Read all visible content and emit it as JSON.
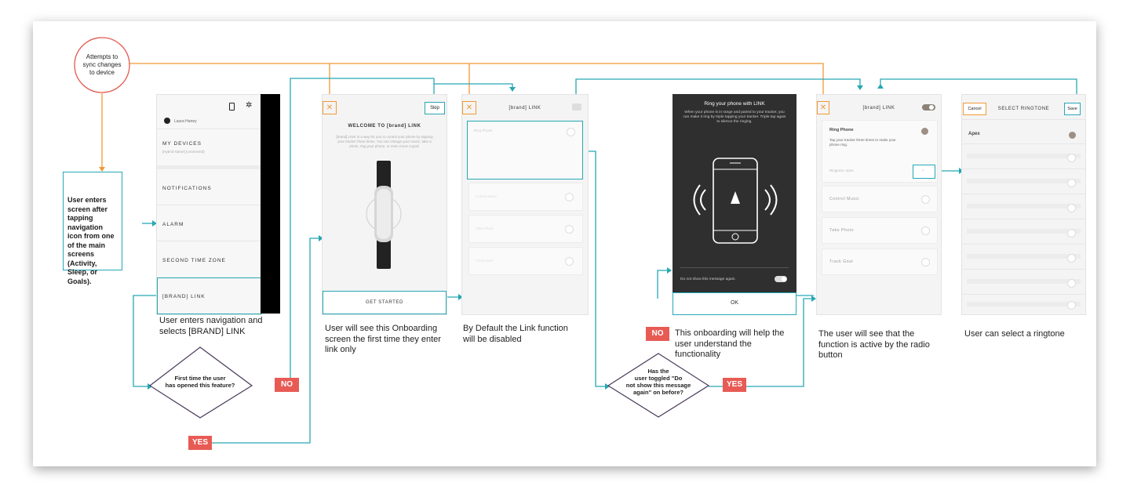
{
  "start_node": "Attempts to sync changes to device",
  "start_node_lines": [
    "Attempts to",
    "sync changes",
    "to device"
  ],
  "entry_note": "User enters screen after tapping navigation icon from one of the main screens (Activity, Sleep, or Goals).",
  "decision1_lines": [
    "First time the user",
    "has opened this feature?"
  ],
  "decision2_lines": [
    "Has the",
    "user toggled \"Do",
    "not show this message",
    "again\" on before?"
  ],
  "badges": {
    "no1": "NO",
    "yes1": "YES",
    "no2": "NO",
    "yes2": "YES"
  },
  "nav_screen": {
    "user_name": "Laura Haney",
    "my_devices": "MY DEVICES",
    "device_sub": "[Hybrid Name] (connected)",
    "notifications": "NOTIFICATIONS",
    "alarm": "ALARM",
    "second_time_zone": "SECOND TIME ZONE",
    "brand_link": "[BRAND] LINK",
    "caption": "User enters navigation and selects [BRAND] LINK"
  },
  "onboarding": {
    "close": "✕",
    "skip": "Skip",
    "title": "WELCOME TO [brand] LINK",
    "body": "[brand] LINK is a way for you to control your phone by tapping your tracker three times. You can change your music, take a photo, ring your phone, or even move a goal.",
    "cta": "GET STARTED",
    "caption": "User will see this Onboarding screen the first time they enter link only"
  },
  "link_disabled": {
    "close": "✕",
    "title": "[brand] LINK",
    "card1_title": "Ring Phone",
    "card2_title": "Control Music",
    "card3_title": "Take Photo",
    "card4_title": "Track Goal",
    "caption": "By Default the Link function will be disabled"
  },
  "ring_modal": {
    "title": "Ring your phone with LINK",
    "body": "When your phone is in range and paired to your tracker, you can make it ring by triple tapping your tracker. Triple tap again to silence the ringing.",
    "toggle_label": "Do not show this message again.",
    "ok": "OK",
    "caption": "This onboarding will help the user understand the functionality"
  },
  "link_active": {
    "close": "✕",
    "title": "[brand] LINK",
    "ring_phone": "Ring Phone",
    "ring_desc": "Tap your tracker three times to make your phone ring.",
    "ringtone_row": "Ringtone: Apex",
    "control_music": "Control Music",
    "take_photo": "Take Photo",
    "track_goal": "Track Goal",
    "caption": "The user will see that the function is active by the radio button"
  },
  "ringtone": {
    "cancel": "Cancel",
    "title": "SELECT RINGTONE",
    "save": "Save",
    "selected": "Apex",
    "caption": "User can select a ringtone"
  },
  "colors": {
    "teal": "#26a7b4",
    "orange": "#f19934",
    "red": "#e85b55",
    "purple": "#4a3a5a"
  }
}
